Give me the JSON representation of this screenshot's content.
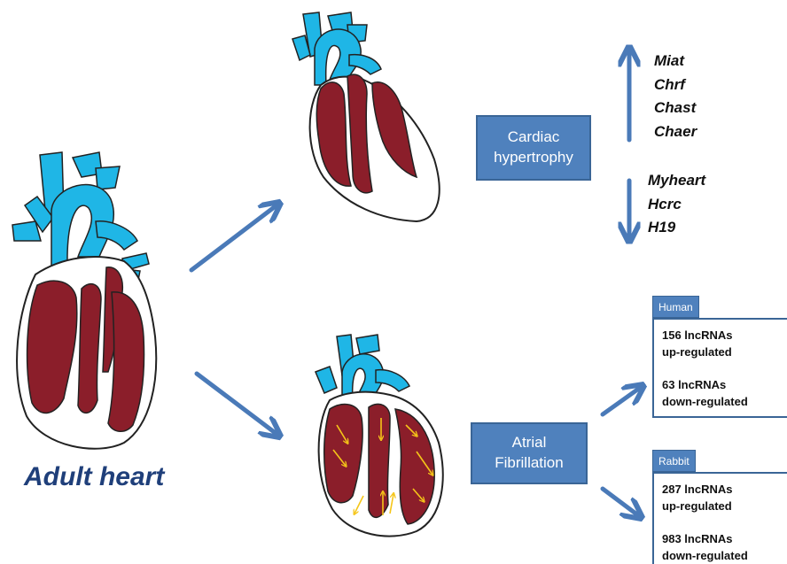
{
  "colors": {
    "accent_blue": "#4f81bd",
    "arrow_blue": "#4a7ab8",
    "vessel_cyan": "#1fb6e6",
    "muscle_red": "#8b1e2a",
    "title_navy": "#1f3f7a",
    "signal_yellow": "#f5c518"
  },
  "title": "Adult heart",
  "hypertrophy": {
    "label_line1": "Cardiac",
    "label_line2": "hypertrophy",
    "up_genes": [
      "Miat",
      "Chrf",
      "Chast",
      "Chaer"
    ],
    "down_genes": [
      "Myheart",
      "Hcrc",
      "H19"
    ]
  },
  "fibrillation": {
    "label_line1": "Atrial",
    "label_line2": "Fibrillation",
    "human": {
      "tab": "Human",
      "up_line1": "156 lncRNAs",
      "up_line2": "up-regulated",
      "down_line1": "63 lncRNAs",
      "down_line2": "down-regulated"
    },
    "rabbit": {
      "tab": "Rabbit",
      "up_line1": "287 lncRNAs",
      "up_line2": "up-regulated",
      "down_line1": "983 lncRNAs",
      "down_line2": "down-regulated"
    }
  },
  "icons": {
    "heart_adult": "heart-illustration",
    "heart_hypertrophy": "hypertrophic-heart-illustration",
    "heart_fibrillation": "fibrillating-heart-illustration",
    "arrow_up": "arrow-up-icon",
    "arrow_down": "arrow-down-icon"
  }
}
